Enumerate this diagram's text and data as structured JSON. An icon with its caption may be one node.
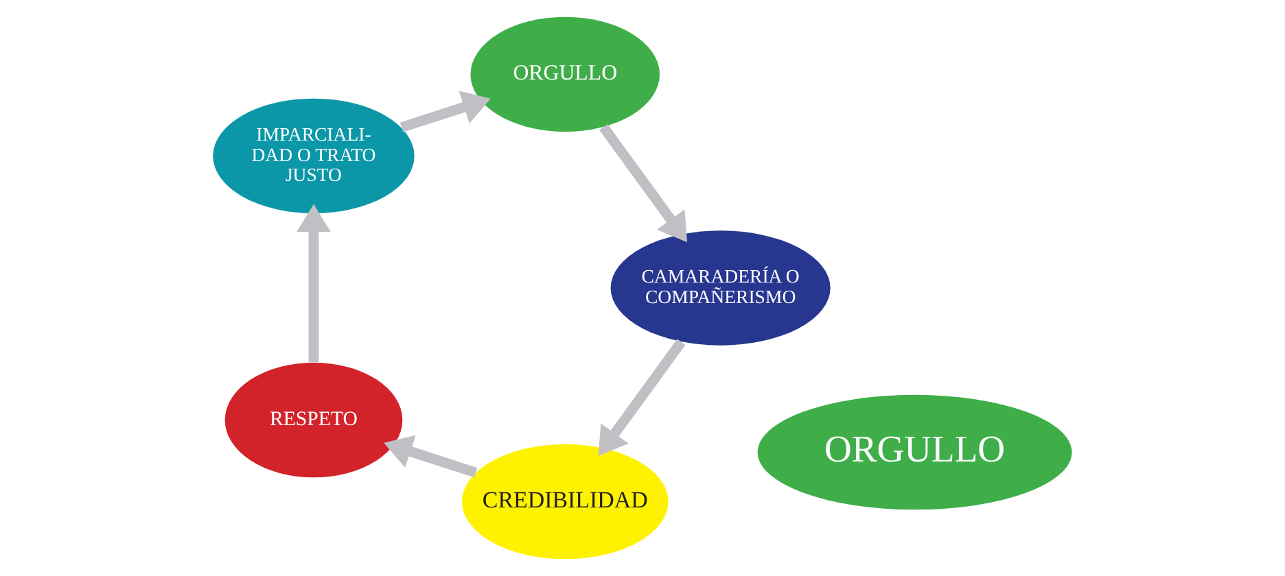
{
  "diagram": {
    "nodes": [
      {
        "text": [
          "CREDIBILIDAD"
        ]
      },
      {
        "text": [
          "RESPETO"
        ]
      },
      {
        "text": [
          "IMPARCIALI- DAD O TRATO JUSTO"
        ]
      },
      {
        "text": [
          "ORGULLO"
        ]
      },
      {
        "text": [
          "CAMARADERÍA O COMPAÑERISMO"
        ]
      },
      {
        "text": [
          "ORGULLO"
        ]
      }
    ],
    "edges": [
      {
        "from": 0,
        "to": 1,
        "arrow": "to"
      },
      {
        "from": 1,
        "to": 2,
        "arrow": "to"
      },
      {
        "from": 2,
        "to": 3,
        "arrow": "to"
      },
      {
        "from": 3,
        "to": 4,
        "arrow": "to"
      },
      {
        "from": 4,
        "to": 0,
        "arrow": "to"
      }
    ]
  }
}
